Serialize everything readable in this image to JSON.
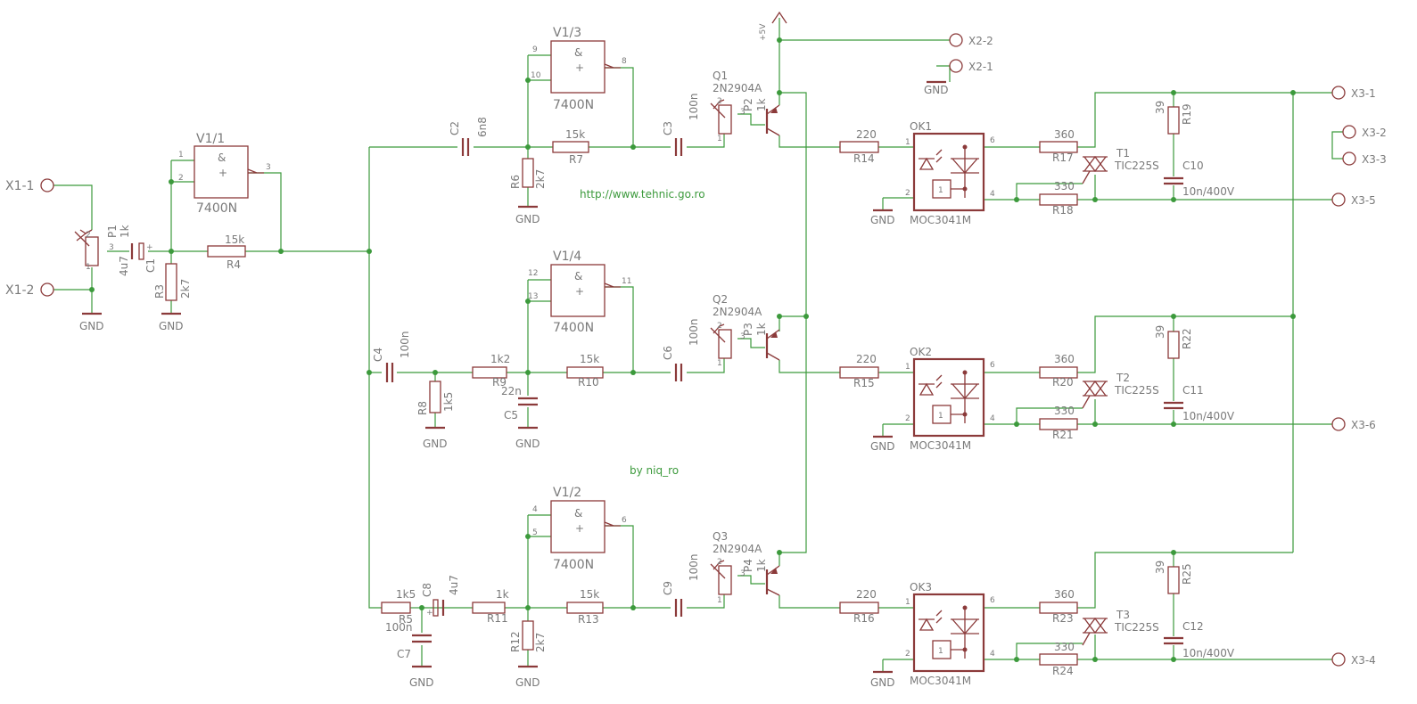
{
  "gnd": "GND",
  "vcc": "+5V",
  "website": "http://www.tehnic.go.ro",
  "author": "by niq_ro",
  "connectors": {
    "x1_1": "X1-1",
    "x1_2": "X1-2",
    "x2_1": "X2-1",
    "x2_2": "X2-2",
    "x3_1": "X3-1",
    "x3_2": "X3-2",
    "x3_3": "X3-3",
    "x3_4": "X3-4",
    "x3_5": "X3-5",
    "x3_6": "X3-6"
  },
  "gates": {
    "v1_1": {
      "name": "V1/1",
      "type": "7400N",
      "pins": [
        "1",
        "2",
        "3"
      ]
    },
    "v1_2": {
      "name": "V1/2",
      "type": "7400N",
      "pins": [
        "4",
        "5",
        "6"
      ]
    },
    "v1_3": {
      "name": "V1/3",
      "type": "7400N",
      "pins": [
        "9",
        "10",
        "8"
      ]
    },
    "v1_4": {
      "name": "V1/4",
      "type": "7400N",
      "pins": [
        "12",
        "13",
        "11"
      ]
    },
    "and_sym": "&",
    "plus_sym": "+"
  },
  "pots": {
    "p1": {
      "name": "P1",
      "value": "1k",
      "pins": [
        "2",
        "3",
        "1"
      ]
    },
    "p2": {
      "name": "P2",
      "value": "1k",
      "pins": [
        "2",
        "3",
        "1"
      ]
    },
    "p3": {
      "name": "P3",
      "value": "1k",
      "pins": [
        "2",
        "3",
        "1"
      ]
    },
    "p4": {
      "name": "P4",
      "value": "1k",
      "pins": [
        "2",
        "3",
        "1"
      ]
    }
  },
  "resistors": {
    "r3": {
      "name": "R3",
      "value": "2k7"
    },
    "r4": {
      "name": "R4",
      "value": "15k"
    },
    "r5": {
      "name": "R5",
      "value": "1k5"
    },
    "r6": {
      "name": "R6",
      "value": "2k7"
    },
    "r7": {
      "name": "R7",
      "value": "15k"
    },
    "r8": {
      "name": "R8",
      "value": "1k5"
    },
    "r9": {
      "name": "R9",
      "value": "1k2"
    },
    "r10": {
      "name": "R10",
      "value": "15k"
    },
    "r11": {
      "name": "R11",
      "value": "1k"
    },
    "r12": {
      "name": "R12",
      "value": "2k7"
    },
    "r13": {
      "name": "R13",
      "value": "15k"
    },
    "r14": {
      "name": "R14",
      "value": "220"
    },
    "r15": {
      "name": "R15",
      "value": "220"
    },
    "r16": {
      "name": "R16",
      "value": "220"
    },
    "r17": {
      "name": "R17",
      "value": "360"
    },
    "r18": {
      "name": "R18",
      "value": "330"
    },
    "r19": {
      "name": "R19",
      "value": "39"
    },
    "r20": {
      "name": "R20",
      "value": "360"
    },
    "r21": {
      "name": "R21",
      "value": "330"
    },
    "r22": {
      "name": "R22",
      "value": "39"
    },
    "r23": {
      "name": "R23",
      "value": "360"
    },
    "r24": {
      "name": "R24",
      "value": "330"
    },
    "r25": {
      "name": "R25",
      "value": "39"
    }
  },
  "capacitors": {
    "c1": {
      "name": "C1",
      "value": "4u7"
    },
    "c2": {
      "name": "C2",
      "value": "6n8"
    },
    "c3": {
      "name": "C3",
      "value": "100n"
    },
    "c4": {
      "name": "C4",
      "value": "100n"
    },
    "c5": {
      "name": "C5",
      "value": "22n"
    },
    "c6": {
      "name": "C6",
      "value": "100n"
    },
    "c7": {
      "name": "C7",
      "value": "100n"
    },
    "c8": {
      "name": "C8",
      "value": "4u7"
    },
    "c9": {
      "name": "C9",
      "value": "100n"
    },
    "c10": {
      "name": "C10",
      "value": "10n/400V"
    },
    "c11": {
      "name": "C11",
      "value": "10n/400V"
    },
    "c12": {
      "name": "C12",
      "value": "10n/400V"
    },
    "plus": "+"
  },
  "transistors": {
    "q1": {
      "name": "Q1",
      "type": "2N2904A"
    },
    "q2": {
      "name": "Q2",
      "type": "2N2904A"
    },
    "q3": {
      "name": "Q3",
      "type": "2N2904A"
    }
  },
  "optocouplers": {
    "ok1": {
      "name": "OK1",
      "type": "MOC3041M"
    },
    "ok2": {
      "name": "OK2",
      "type": "MOC3041M"
    },
    "ok3": {
      "name": "OK3",
      "type": "MOC3041M"
    },
    "pins": [
      "1",
      "2",
      "6",
      "4"
    ],
    "zc_mark": "1"
  },
  "triacs": {
    "t1": {
      "name": "T1",
      "type": "TIC225S"
    },
    "t2": {
      "name": "T2",
      "type": "TIC225S"
    },
    "t3": {
      "name": "T3",
      "type": "TIC225S"
    }
  }
}
